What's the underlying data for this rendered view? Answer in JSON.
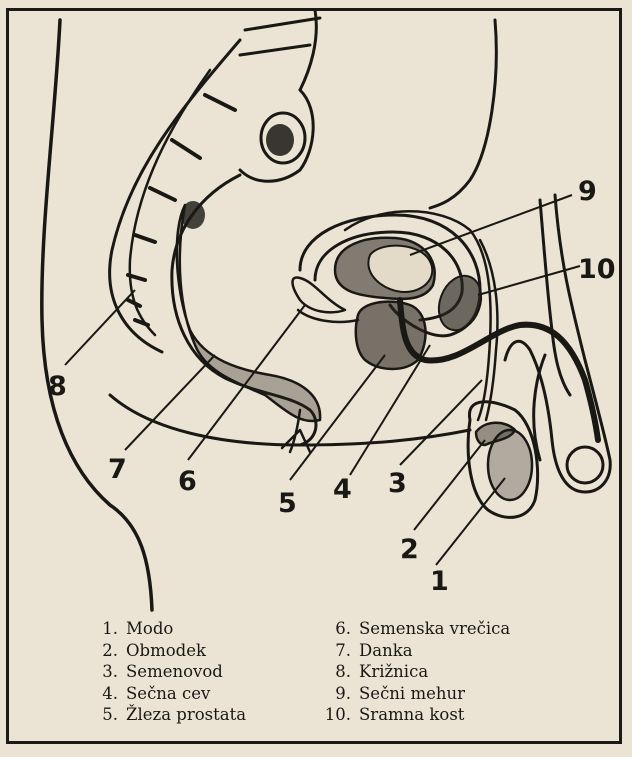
{
  "diagram": {
    "callout_numbers": [
      "1",
      "2",
      "3",
      "4",
      "5",
      "6",
      "7",
      "8",
      "9",
      "10"
    ],
    "legend": [
      {
        "num": "1.",
        "label": "Modo"
      },
      {
        "num": "2.",
        "label": "Obmodek"
      },
      {
        "num": "3.",
        "label": "Semenovod"
      },
      {
        "num": "4.",
        "label": "Sečna cev"
      },
      {
        "num": "5.",
        "label": "Žleza prostata"
      },
      {
        "num": "6.",
        "label": "Semenska vrečica"
      },
      {
        "num": "7.",
        "label": "Danka"
      },
      {
        "num": "8.",
        "label": "Križnica"
      },
      {
        "num": "9.",
        "label": "Sečni mehur"
      },
      {
        "num": "10.",
        "label": "Sramna kost"
      }
    ]
  },
  "colors": {
    "ink": "#1a1814",
    "paper": "#ebe4d4"
  }
}
